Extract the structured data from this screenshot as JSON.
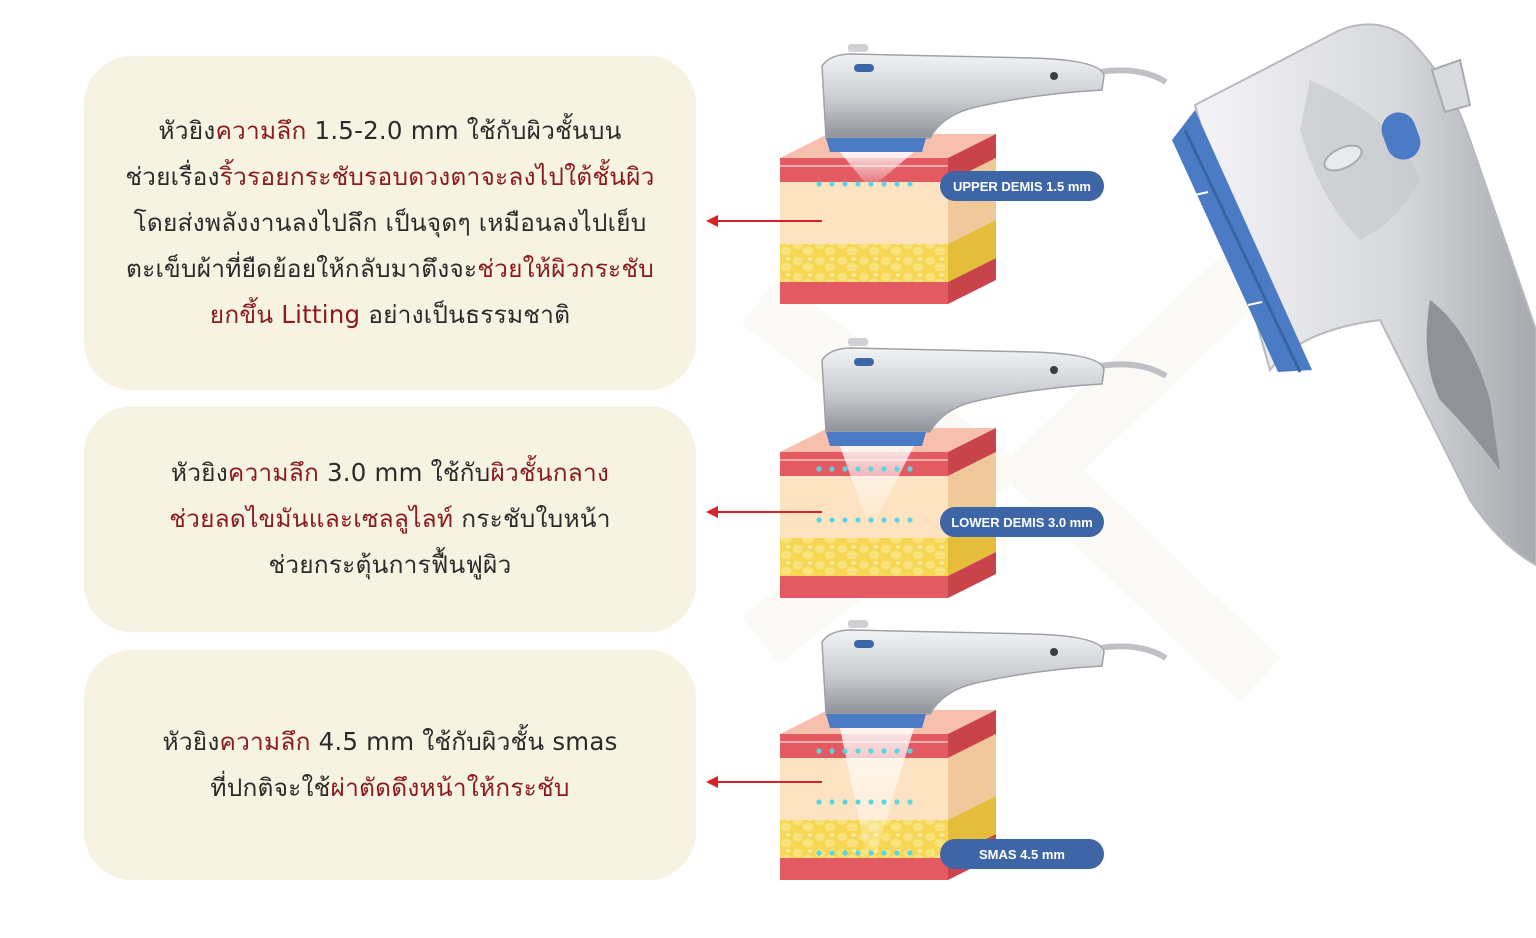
{
  "panels": [
    {
      "lines": [
        [
          {
            "t": "หัวยิง",
            "hl": false
          },
          {
            "t": "ความลึก",
            "hl": true
          },
          {
            "t": " 1.5-2.0 mm ใช้กับผิวชั้นบน",
            "hl": false
          }
        ],
        [
          {
            "t": "ช่วยเรื่อง",
            "hl": false
          },
          {
            "t": "ริ้วรอยกระชับรอบดวงตาจะลงไปใต้ชั้นผิว",
            "hl": true
          }
        ],
        [
          {
            "t": "โดยส่งพลังงานลงไปลึก เป็นจุดๆ เหมือนลงไปเย็บ",
            "hl": false
          }
        ],
        [
          {
            "t": "ตะเข็บผ้าที่ยืดย้อยให้กลับมาตึงจะ",
            "hl": false
          },
          {
            "t": "ช่วยให้ผิวกระชับ",
            "hl": true
          }
        ],
        [
          {
            "t": "ยกขึ้น Litting",
            "hl": true
          },
          {
            "t": " อย่างเป็นธรรมชาติ",
            "hl": false
          }
        ]
      ]
    },
    {
      "lines": [
        [
          {
            "t": "หัวยิง",
            "hl": false
          },
          {
            "t": "ความลึก",
            "hl": true
          },
          {
            "t": " 3.0 mm ใช้กับ",
            "hl": false
          },
          {
            "t": "ผิวชั้นกลาง",
            "hl": true
          }
        ],
        [
          {
            "t": "ช่วยลดไขมันและเซลลูไลท์",
            "hl": true
          },
          {
            "t": " กระชับใบหน้า",
            "hl": false
          }
        ],
        [
          {
            "t": "ช่วยกระตุ้นการฟื้นฟูผิว",
            "hl": false
          }
        ]
      ]
    },
    {
      "lines": [
        [
          {
            "t": "หัวยิง",
            "hl": false
          },
          {
            "t": "ความลึก",
            "hl": true
          },
          {
            "t": " 4.5 mm ใช้กับผิวชั้น smas",
            "hl": false
          }
        ],
        [
          {
            "t": "ที่ปกติจะใช้",
            "hl": false
          },
          {
            "t": "ผ่าตัดดึงหน้าให้กระชับ",
            "hl": true
          }
        ]
      ]
    }
  ],
  "badges": [
    "UPPER DEMIS 1.5 mm",
    "LOWER DEMIS 3.0 mm",
    "SMAS 4.5 mm"
  ],
  "colors": {
    "panel_bg": "#f6f3e3",
    "highlight_text": "#8b1a1e",
    "body_text": "#2b2b2b",
    "arrow": "#d8222a",
    "badge": "#3e66a6",
    "transducer_blue": "#4c7bc5",
    "skin_pink": "#e35a62",
    "skin_peach": "#fde3c2",
    "fat_yellow": "#f6d652",
    "dots": "#5ad6e0"
  },
  "icons": [
    "hifu-handpiece-icon",
    "skin-layer-block-icon",
    "red-arrow-left-icon",
    "large-handpiece-icon"
  ]
}
